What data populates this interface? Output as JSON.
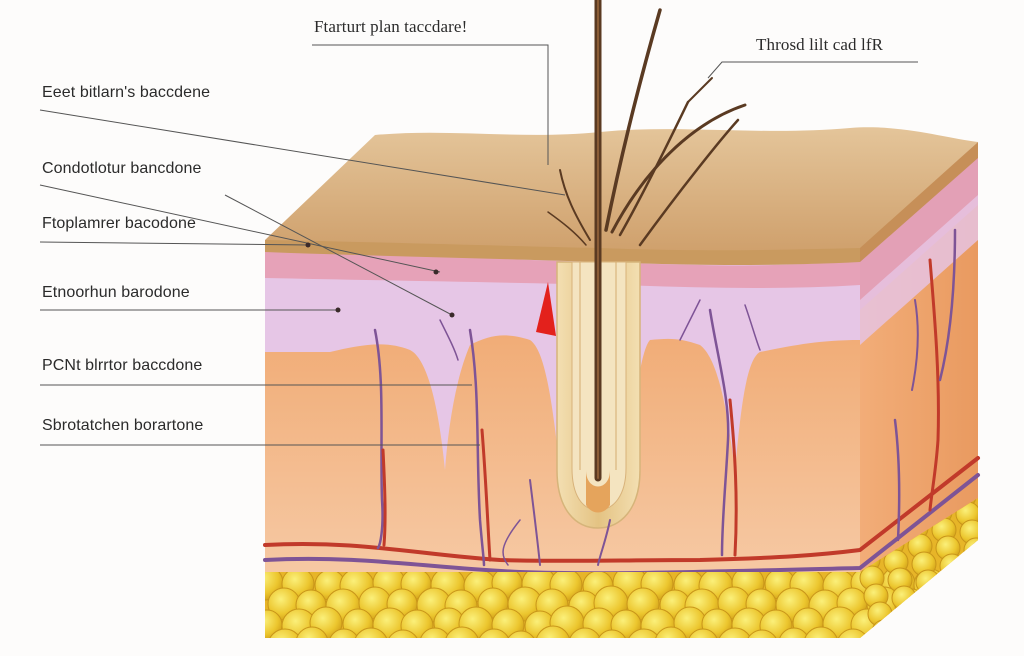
{
  "labels": {
    "top_center": "Ftarturt plan taccdare!",
    "top_right": "Throsd lilt cad lfR",
    "left": [
      "Eeet bitlarn's baccdene",
      "Condotlotur bancdone",
      "Ftoplamrer bacodone",
      "Etnoorhun barodone",
      "PCNt blrrtor baccdone",
      "Sbrotatchen borartone"
    ]
  },
  "colors": {
    "epidermis_top": "#dcb586",
    "epidermis_front": "#d4a56c",
    "pink_layer": "#e9a7b8",
    "lilac_layer": "#e7c7e6",
    "dermis": "#f2b785",
    "fat": "#f1d43d",
    "vessel_red": "#c13a2a",
    "vessel_purple": "#7e5496",
    "hair": "#5a3a22",
    "follicle": "#ecd39c"
  }
}
